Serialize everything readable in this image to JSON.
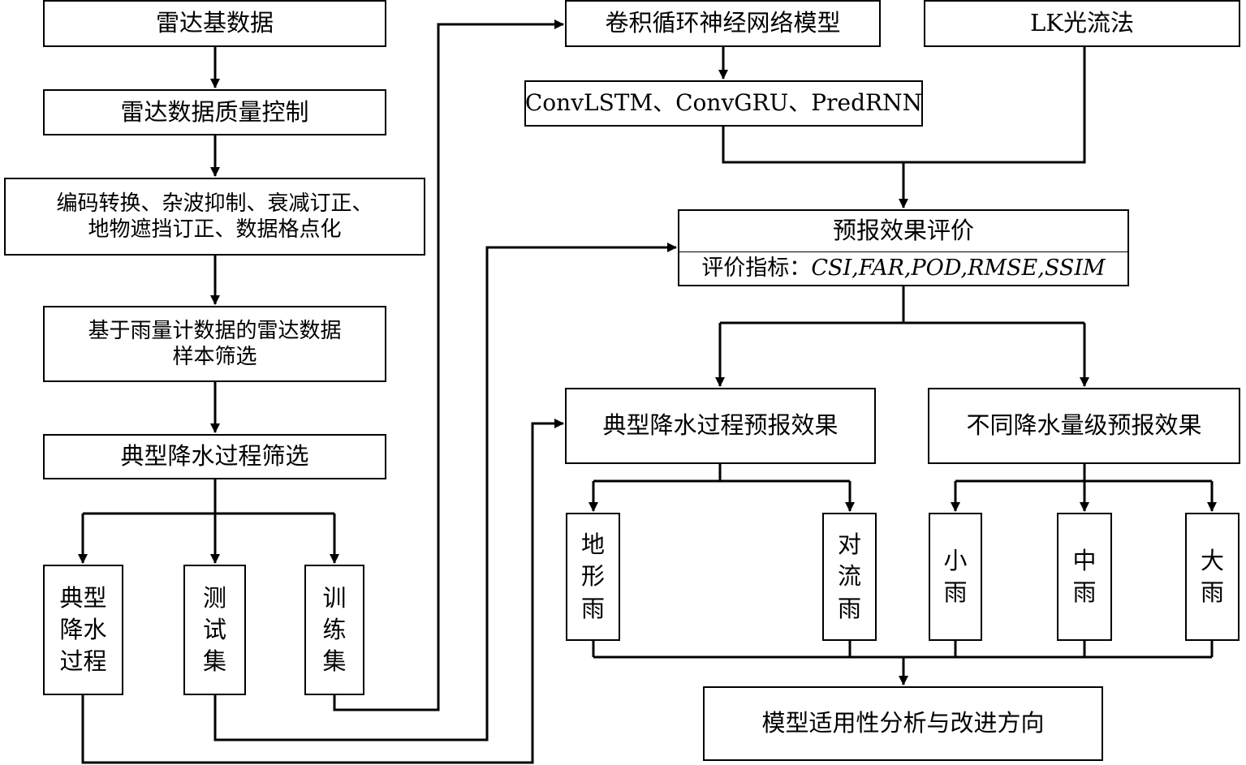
{
  "left_column": {
    "radar_base_data": "雷达基数据",
    "quality_control": "雷达数据质量控制",
    "preprocess_line1": "编码转换、杂波抑制、衰减订正、",
    "preprocess_line2": "地物遮挡订正、数据格点化",
    "sample_filter_line1": "基于雨量计数据的雷达数据",
    "sample_filter_line2": "样本筛选",
    "typical_filter": "典型降水过程筛选",
    "typical_process_line1": "典型",
    "typical_process_line2": "降水",
    "typical_process_line3": "过程",
    "test_set_1": "测",
    "test_set_2": "试",
    "test_set_3": "集",
    "train_set_1": "训",
    "train_set_2": "练",
    "train_set_3": "集"
  },
  "right_column": {
    "conv_rnn_model": "卷积循环神经网络模型",
    "lk_optical_flow": "LK光流法",
    "model_list": "ConvLSTM、ConvGRU、PredRNN",
    "forecast_eval_title": "预报效果评价",
    "eval_metrics_label": "评价指标：",
    "eval_metrics_values": "CSI,FAR,POD,RMSE,SSIM",
    "typical_effect": "典型降水过程预报效果",
    "level_effect": "不同降水量级预报效果",
    "orographic_1": "地",
    "orographic_2": "形",
    "orographic_3": "雨",
    "convective_1": "对",
    "convective_2": "流",
    "convective_3": "雨",
    "light_1": "小",
    "light_2": "雨",
    "moderate_1": "中",
    "moderate_2": "雨",
    "heavy_1": "大",
    "heavy_2": "雨",
    "applicability": "模型适用性分析与改进方向"
  }
}
